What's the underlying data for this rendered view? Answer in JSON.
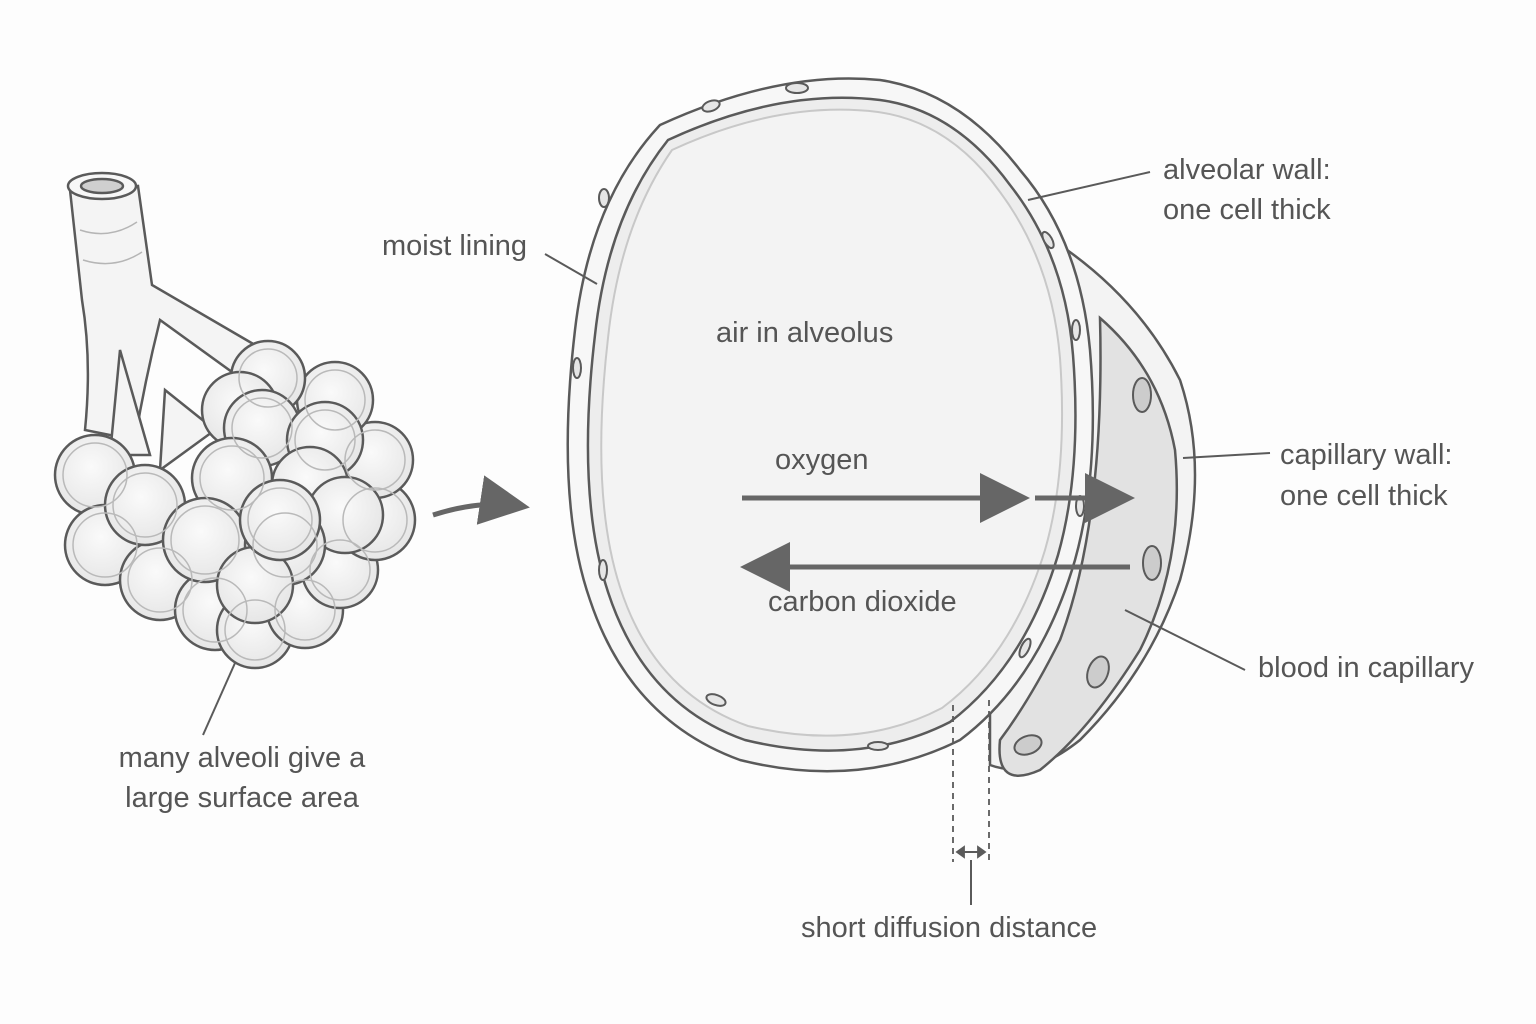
{
  "labels": {
    "moist_lining": "moist lining",
    "air_in_alveolus": "air in alveolus",
    "oxygen": "oxygen",
    "carbon_dioxide": "carbon dioxide",
    "alveolar_wall_line1": "alveolar wall:",
    "alveolar_wall_line2": "one cell thick",
    "capillary_wall_line1": "capillary wall:",
    "capillary_wall_line2": "one cell thick",
    "blood_in_capillary": "blood in capillary",
    "many_alveoli_line1": "many alveoli give a",
    "many_alveoli_line2": "large surface area",
    "short_diffusion": "short diffusion distance"
  },
  "colors": {
    "stroke": "#5a5a5a",
    "fill_light": "#f1f1f1",
    "fill_capillary": "#e4e4e4",
    "arrow": "#666666",
    "text": "#555555"
  }
}
